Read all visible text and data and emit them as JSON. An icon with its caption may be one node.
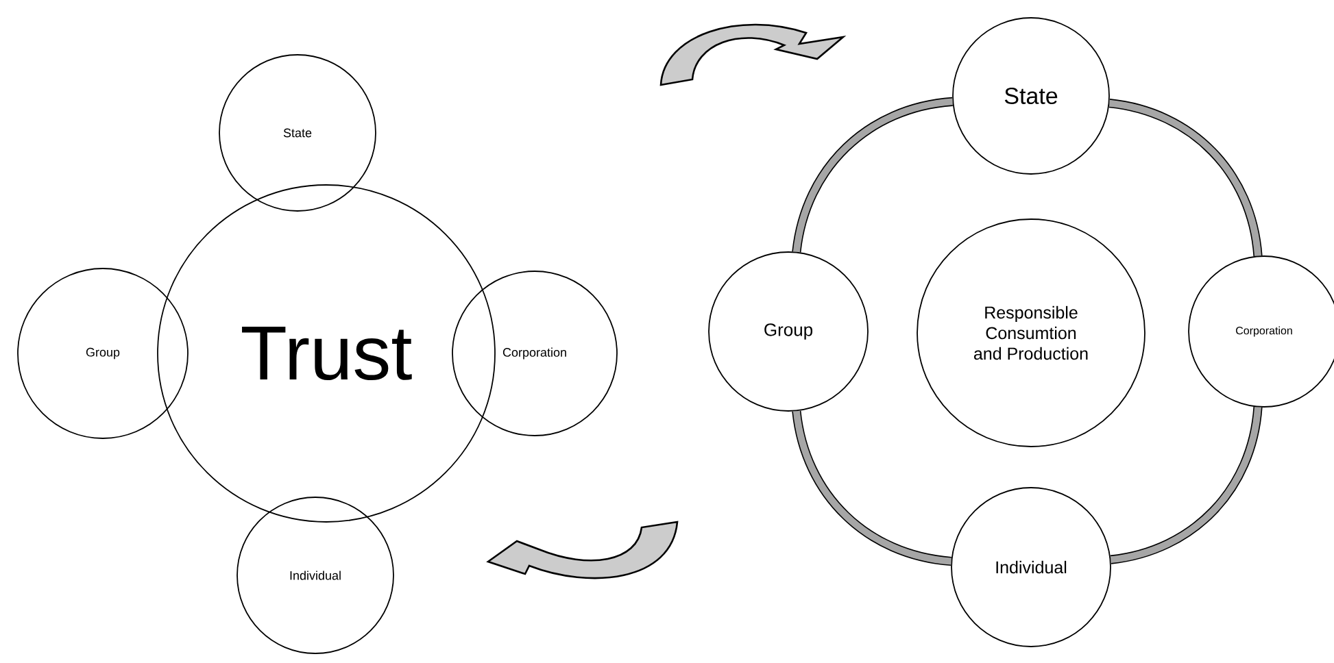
{
  "diagram": {
    "nodes": [
      {
        "text": [
          "State"
        ]
      },
      {
        "text": [
          "Group"
        ]
      },
      {
        "text": [
          "Trust"
        ]
      },
      {
        "text": [
          "Corporation"
        ]
      },
      {
        "text": [
          "Individual"
        ]
      },
      {
        "text": [
          "State"
        ]
      },
      {
        "text": [
          "Group"
        ]
      },
      {
        "text": [
          "Responsible Consumtion and Production"
        ]
      },
      {
        "text": [
          "Corporation"
        ]
      },
      {
        "text": [
          "Individual"
        ]
      }
    ],
    "edges": [
      {
        "from": 5,
        "to": 8,
        "arrow": "none"
      },
      {
        "from": 8,
        "to": 9,
        "arrow": "none"
      },
      {
        "from": 9,
        "to": 6,
        "arrow": "none"
      },
      {
        "from": 6,
        "to": 5,
        "arrow": "none"
      }
    ]
  }
}
